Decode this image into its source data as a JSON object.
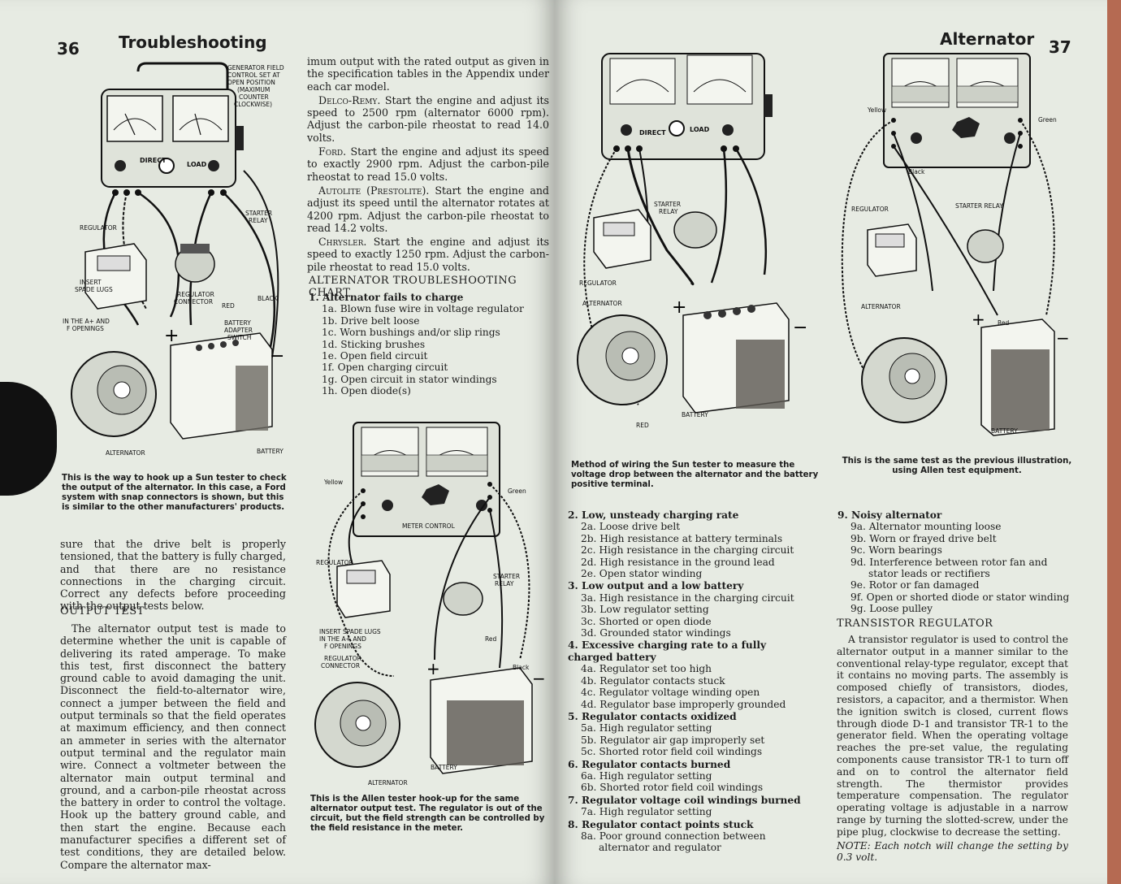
{
  "left_page": {
    "page_number": "36",
    "running_title": "Troubleshooting",
    "figure1": {
      "labels": {
        "field_control": [
          "GENERATOR FIELD",
          "CONTROL SET AT",
          "OPEN POSITION",
          "(MAXIMUM",
          "COUNTER",
          "CLOCKWISE)"
        ],
        "regulator": "REGULATOR",
        "starter_relay": [
          "STARTER",
          "RELAY"
        ],
        "insert_spade": [
          "INSERT",
          "SPADE LUGS",
          "IN THE A+ AND",
          "F OPENINGS"
        ],
        "regulator_connector": [
          "REGULATOR",
          "CONNECTOR"
        ],
        "red": "RED",
        "black": "BLACK",
        "adapter": [
          "BATTERY",
          "ADAPTER",
          "SWITCH"
        ],
        "alternator": "ALTERNATOR",
        "battery": "BATTERY",
        "direct": "DIRECT",
        "load": "LOAD",
        "plus": "+",
        "minus": "−"
      },
      "caption": "This is the way to hook up a Sun tester to check the output of the alternator. In this case, a Ford system with snap connectors is shown, but this is similar to the other manufacturers' products."
    },
    "col1_text": "sure that the drive belt is properly tensioned, that the battery is fully charged, and that there are no resistance connections in the charging circuit. Correct any defects before proceeding with the output tests below.",
    "output_test_heading": "OUTPUT TEST",
    "output_test_text": "The alternator output test is made to determine whether the unit is capable of delivering its rated amperage. To make this test, first disconnect the battery ground cable to avoid damaging the unit. Disconnect the field-to-alternator wire, connect a jumper between the field and output terminals so that the field operates at maximum efficiency, and then connect an ammeter in series with the alternator output terminal and the regulator main wire. Connect a voltmeter between the alternator main output terminal and ground, and a carbon-pile rheostat across the battery in order to control the voltage. Hook up the battery ground cable, and then start the engine. Because each manufacturer specifies a different set of test conditions, they are detailed below. Compare the alternator max-",
    "col2_intro": "imum output with the rated output as given in the specification tables in the Appendix under each car model.",
    "makes": [
      {
        "name": "Delco-Remy.",
        "text": "Start the engine and adjust its speed to 2500 rpm (alternator 6000 rpm). Adjust the carbon-pile rheostat to read 14.0 volts."
      },
      {
        "name": "Ford.",
        "text": "Start the engine and adjust its speed to exactly 2900 rpm. Adjust the carbon-pile rheostat to read 15.0 volts."
      },
      {
        "name": "Autolite (Prestolite).",
        "text": "Start the engine and adjust its speed until the alternator rotates at 4200 rpm. Adjust the carbon-pile rheostat to read 14.2 volts."
      },
      {
        "name": "Chrysler.",
        "text": "Start the engine and adjust its speed to exactly 1250 rpm. Adjust the carbon-pile rheostat to read 15.0 volts."
      }
    ],
    "chart_heading": "ALTERNATOR TROUBLESHOOTING CHART",
    "chart_section1": {
      "title": "1. Alternator fails to charge",
      "items": [
        "1a. Blown fuse wire in voltage regulator",
        "1b. Drive belt loose",
        "1c. Worn bushings and/or slip rings",
        "1d. Sticking brushes",
        "1e. Open field circuit",
        "1f. Open charging circuit",
        "1g. Open circuit in stator windings",
        "1h. Open diode(s)"
      ]
    },
    "figure2": {
      "labels": {
        "yellow": "Yellow",
        "green": "Green",
        "regulator": "REGULATOR",
        "starter_relay": [
          "STARTER",
          "RELAY"
        ],
        "insert_spade": [
          "INSERT SPADE LUGS",
          "IN THE A+ AND",
          "F OPENINGS"
        ],
        "regulator_connector": [
          "REGULATOR",
          "CONNECTOR"
        ],
        "red": "Red",
        "black": "Black",
        "alternator": "ALTERNATOR",
        "battery": "BATTERY",
        "meter_control": "METER CONTROL",
        "plus": "+",
        "minus": "−"
      },
      "caption": "This is the Allen tester hook-up for the same alternator output test. The regulator is out of the circuit, but the field strength can be controlled by the field resistance in the meter."
    }
  },
  "right_page": {
    "page_number": "37",
    "running_title": "Alternator",
    "figure3": {
      "labels": {
        "starter_relay": [
          "STARTER",
          "RELAY"
        ],
        "regulator": "REGULATOR",
        "alternator": "ALTERNATOR",
        "battery": "BATTERY",
        "red": "RED",
        "direct": "DIRECT",
        "load": "LOAD",
        "plus": "+",
        "minus": "−"
      },
      "caption": "Method of wiring the Sun tester to measure the voltage drop between the alternator and the battery positive terminal."
    },
    "figure4": {
      "labels": {
        "yellow": "Yellow",
        "green": "Green",
        "black": "Black",
        "regulator": "REGULATOR",
        "starter_relay": "STARTER RELAY",
        "alternator": "ALTERNATOR",
        "battery": "BATTERY",
        "red": "Red",
        "plus": "+",
        "minus": "−"
      },
      "caption": "This is the same test as the previous illustration, using Allen test equipment."
    },
    "chart_col1": [
      {
        "title": "2. Low, unsteady charging rate",
        "items": [
          "2a. Loose drive belt",
          "2b. High resistance at battery terminals",
          "2c. High resistance in the charging circuit",
          "2d. High resistance in the ground lead",
          "2e. Open stator winding"
        ]
      },
      {
        "title": "3. Low output and a low battery",
        "items": [
          "3a. High resistance in the charging circuit",
          "3b. Low regulator setting",
          "3c. Shorted or open diode",
          "3d. Grounded stator windings"
        ]
      },
      {
        "title": "4. Excessive charging rate to a fully charged battery",
        "items": [
          "4a. Regulator set too high",
          "4b. Regulator contacts stuck",
          "4c. Regulator voltage winding open",
          "4d. Regulator base improperly grounded"
        ]
      },
      {
        "title": "5. Regulator contacts oxidized",
        "items": [
          "5a. High regulator setting",
          "5b. Regulator air gap improperly set",
          "5c. Shorted rotor field coil windings"
        ]
      },
      {
        "title": "6. Regulator contacts burned",
        "items": [
          "6a. High regulator setting",
          "6b. Shorted rotor field coil windings"
        ]
      },
      {
        "title": "7. Regulator voltage coil windings burned",
        "items": [
          "7a. High regulator setting"
        ]
      },
      {
        "title": "8. Regulator contact points stuck",
        "items": [
          "8a. Poor ground connection between alternator and regulator"
        ]
      }
    ],
    "chart_col2": [
      {
        "title": "9. Noisy alternator",
        "items": [
          "9a. Alternator mounting loose",
          "9b. Worn or frayed drive belt",
          "9c. Worn bearings",
          "9d. Interference between rotor fan and stator leads or rectifiers",
          "9e. Rotor or fan damaged",
          "9f. Open or shorted diode or stator winding",
          "9g. Loose pulley"
        ]
      }
    ],
    "transistor_heading": "TRANSISTOR REGULATOR",
    "transistor_text": "A transistor regulator is used to control the alternator output in a manner similar to the conventional relay-type regulator, except that it contains no moving parts. The assembly is composed chiefly of transistors, diodes, resistors, a capacitor, and a thermistor. When the ignition switch is closed, current flows through diode D-1 and transistor TR-1 to the generator field. When the operating voltage reaches the pre-set value, the regulating components cause transistor TR-1 to turn off and on to control the alternator field strength. The thermistor provides temperature compensation. The regulator operating voltage is adjustable in a narrow range by turning the slotted-screw, under the pipe plug, clockwise to decrease the setting.",
    "transistor_note_label": "NOTE:",
    "transistor_note": "Each notch will change the setting by 0.3 volt."
  }
}
